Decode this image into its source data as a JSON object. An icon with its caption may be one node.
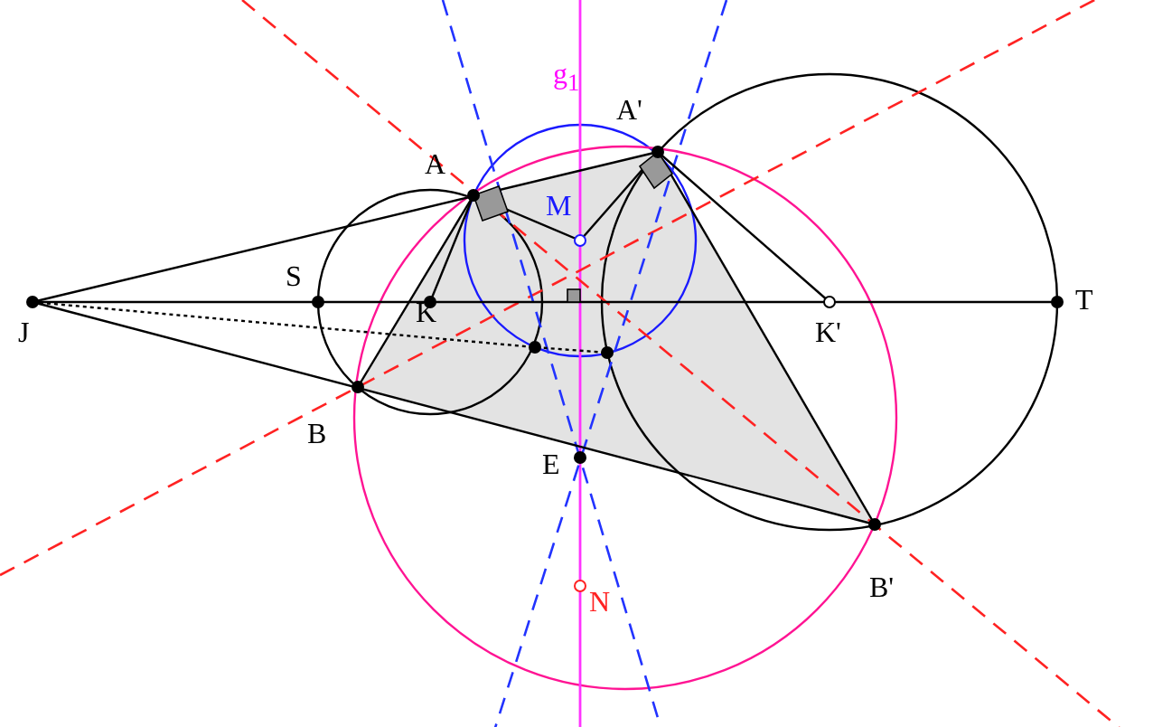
{
  "diagram": {
    "labels": [
      "g$_{1}$",
      "A'",
      "A",
      "M",
      "S",
      "J",
      "K",
      "K'",
      "T",
      "B",
      "E",
      "B'",
      "N"
    ]
  }
}
